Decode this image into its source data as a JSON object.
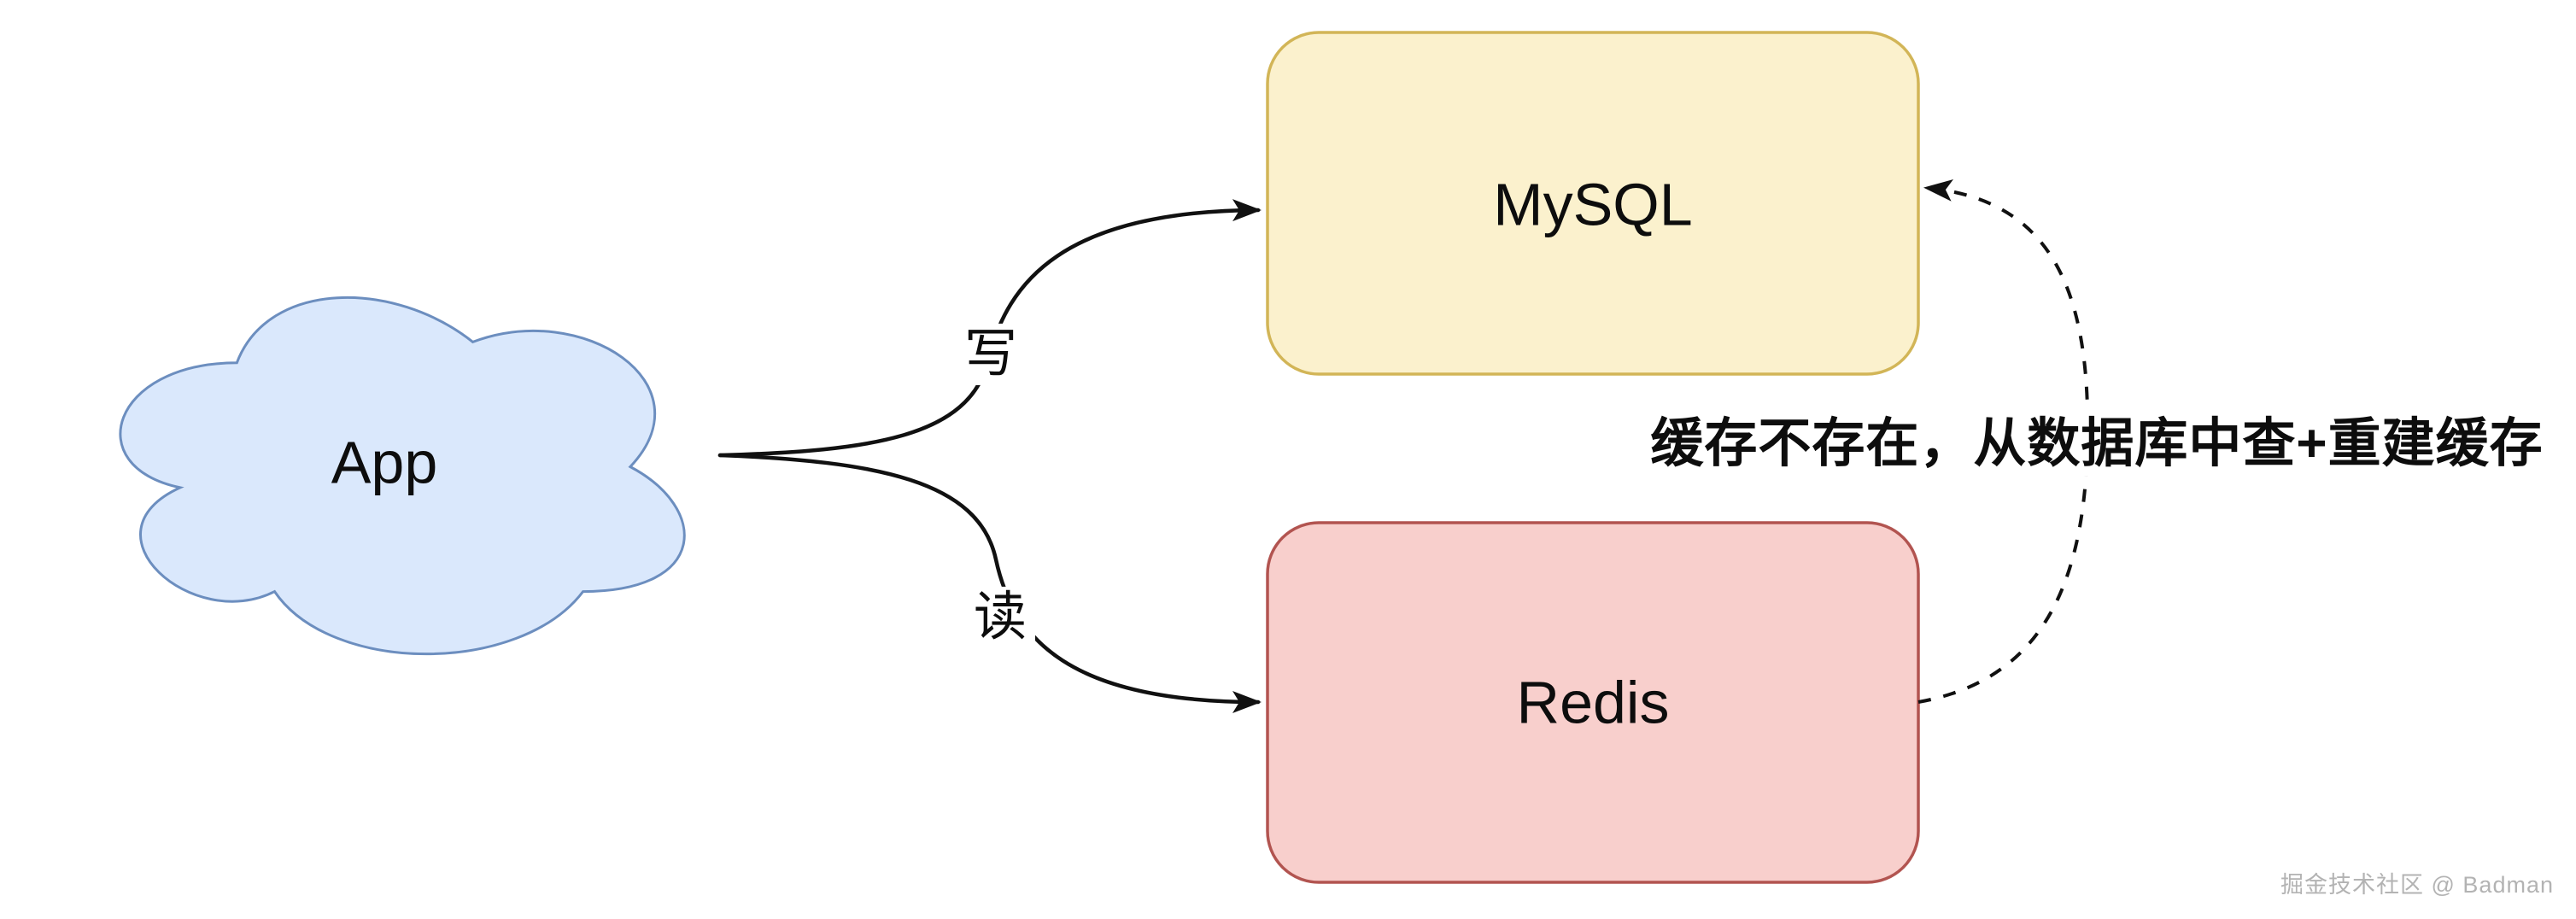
{
  "nodes": {
    "app": {
      "label": "App"
    },
    "mysql": {
      "label": "MySQL"
    },
    "redis": {
      "label": "Redis"
    }
  },
  "edges": {
    "write": {
      "label": "写"
    },
    "read": {
      "label": "读"
    },
    "rebuild": {
      "label": "缓存不存在，从数据库中查+重建缓存"
    }
  },
  "watermark": {
    "text": "掘金技术社区 @ Badman",
    "color": "#b3b3b3"
  },
  "colors": {
    "cloud_fill": "#DAE8FC",
    "cloud_stroke": "#6C8EBF",
    "mysql_fill": "#FBF1CD",
    "mysql_stroke": "#D2B557",
    "redis_fill": "#F8CFCC",
    "redis_stroke": "#B25450",
    "edge_stroke": "#111111"
  }
}
